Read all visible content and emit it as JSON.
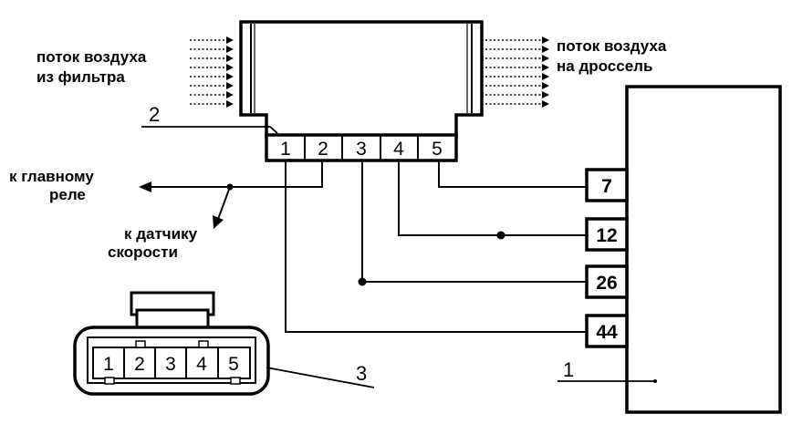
{
  "labels": {
    "air_in_line1": "поток воздуха",
    "air_in_line2": "из фильтра",
    "air_out_line1": "поток воздуха",
    "air_out_line2": "на дроссель",
    "to_relay_line1": "к главному",
    "to_relay_line2": "реле",
    "to_speed_line1": "к датчику",
    "to_speed_line2": "скорости"
  },
  "callouts": {
    "ecu": "1",
    "sensor": "2",
    "connector": "3"
  },
  "sensor_pins": [
    "1",
    "2",
    "3",
    "4",
    "5"
  ],
  "connector_pins": [
    "1",
    "2",
    "3",
    "4",
    "5"
  ],
  "ecu_pins": [
    "7",
    "12",
    "26",
    "44"
  ]
}
